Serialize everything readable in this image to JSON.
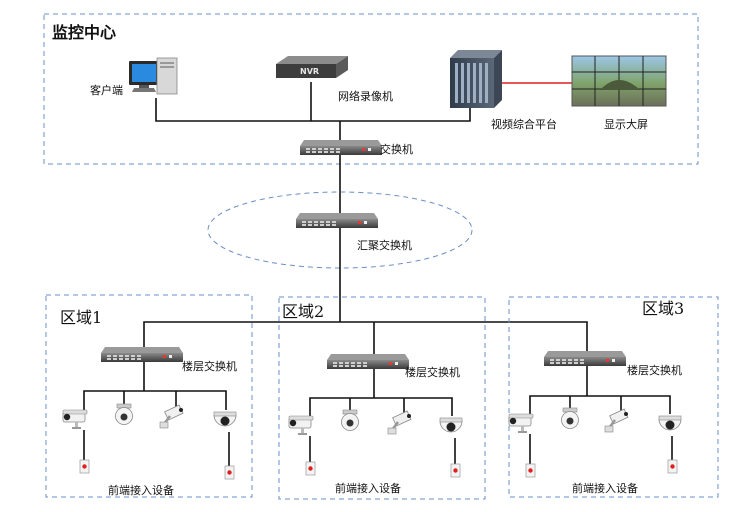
{
  "monitoring_center": {
    "title": "监控中心",
    "client_label": "客户端",
    "nvr_label": "网络录像机",
    "nvr_badge": "NVR",
    "video_platform_label": "视频综合平台",
    "big_screen_label": "显示大屏",
    "switch_label": "交换机"
  },
  "core": {
    "aggregation_switch_label": "汇聚交换机"
  },
  "regions": [
    {
      "title": "区域1",
      "floor_switch_label": "楼层交换机",
      "frontend_label": "前端接入设备"
    },
    {
      "title": "区域2",
      "floor_switch_label": "楼层交换机",
      "frontend_label": "前端接入设备"
    },
    {
      "title": "区域3",
      "floor_switch_label": "楼层交换机",
      "frontend_label": "前端接入设备"
    }
  ],
  "colors": {
    "dashed_border": "#6a8fc7",
    "link_red": "#e02020",
    "wire": "#111111"
  }
}
